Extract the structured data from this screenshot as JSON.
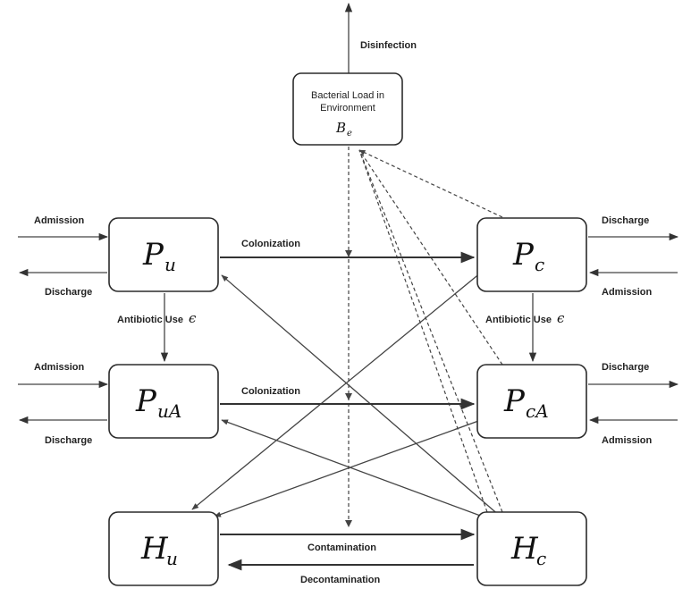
{
  "nodes": {
    "pu": {
      "main": "P",
      "sub": "u"
    },
    "pc": {
      "main": "P",
      "sub": "c"
    },
    "pua": {
      "main": "P",
      "sub": "uA"
    },
    "pca": {
      "main": "P",
      "sub": "cA"
    },
    "hu": {
      "main": "H",
      "sub": "u"
    },
    "hc": {
      "main": "H",
      "sub": "c"
    },
    "env": {
      "line1": "Bacterial Load in",
      "line2": "Environment",
      "symbol": "B",
      "symbol_sub": "e"
    }
  },
  "labels": {
    "disinfection": "Disinfection",
    "admission_pu": "Admission",
    "discharge_pu": "Discharge",
    "admission_pua": "Admission",
    "discharge_pua": "Discharge",
    "discharge_pc": "Discharge",
    "admission_pc": "Admission",
    "discharge_pca": "Discharge",
    "admission_pca": "Admission",
    "colonization_top": "Colonization",
    "colonization_mid": "Colonization",
    "antibiotic_left": "Antibiotic Use",
    "antibiotic_right": "Antibiotic Use",
    "epsilon_left": "ϵ",
    "epsilon_right": "ϵ",
    "contamination": "Contamination",
    "decontamination": "Decontamination"
  }
}
